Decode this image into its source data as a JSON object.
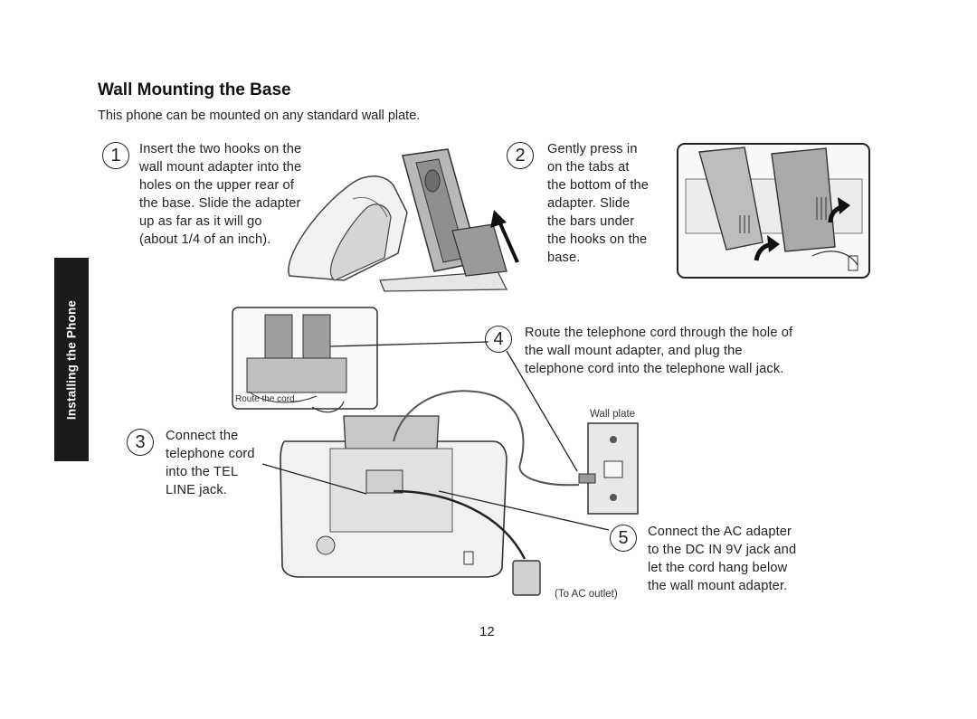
{
  "page": {
    "title": "Wall Mounting the Base",
    "intro": "This phone can be mounted on any standard wall plate.",
    "side_tab": "Installing the Phone",
    "page_number": "12"
  },
  "steps": [
    {
      "number": "1",
      "text": "Insert the two hooks on the\nwall mount adapter into the\nholes on the upper rear of\nthe base. Slide the adapter\nup as far as it will go\n(about 1/4 of an inch)."
    },
    {
      "number": "2",
      "text": "Gently press in\non the tabs at\nthe bottom of the\nadapter. Slide\nthe bars under\nthe hooks on the\nbase."
    },
    {
      "number": "3",
      "text": "Connect the\ntelephone cord\ninto the TEL\nLINE jack."
    },
    {
      "number": "4",
      "text": "Route the telephone cord through the hole of\nthe wall mount adapter, and plug the\ntelephone cord into the telephone wall jack."
    },
    {
      "number": "5",
      "text": "Connect the AC adapter\nto the DC IN 9V jack and\nlet the cord hang below\nthe wall mount adapter."
    }
  ],
  "captions": {
    "route_cord": "Route the cord.",
    "wall_plate": "Wall plate",
    "ac_outlet": "(To AC outlet)"
  }
}
